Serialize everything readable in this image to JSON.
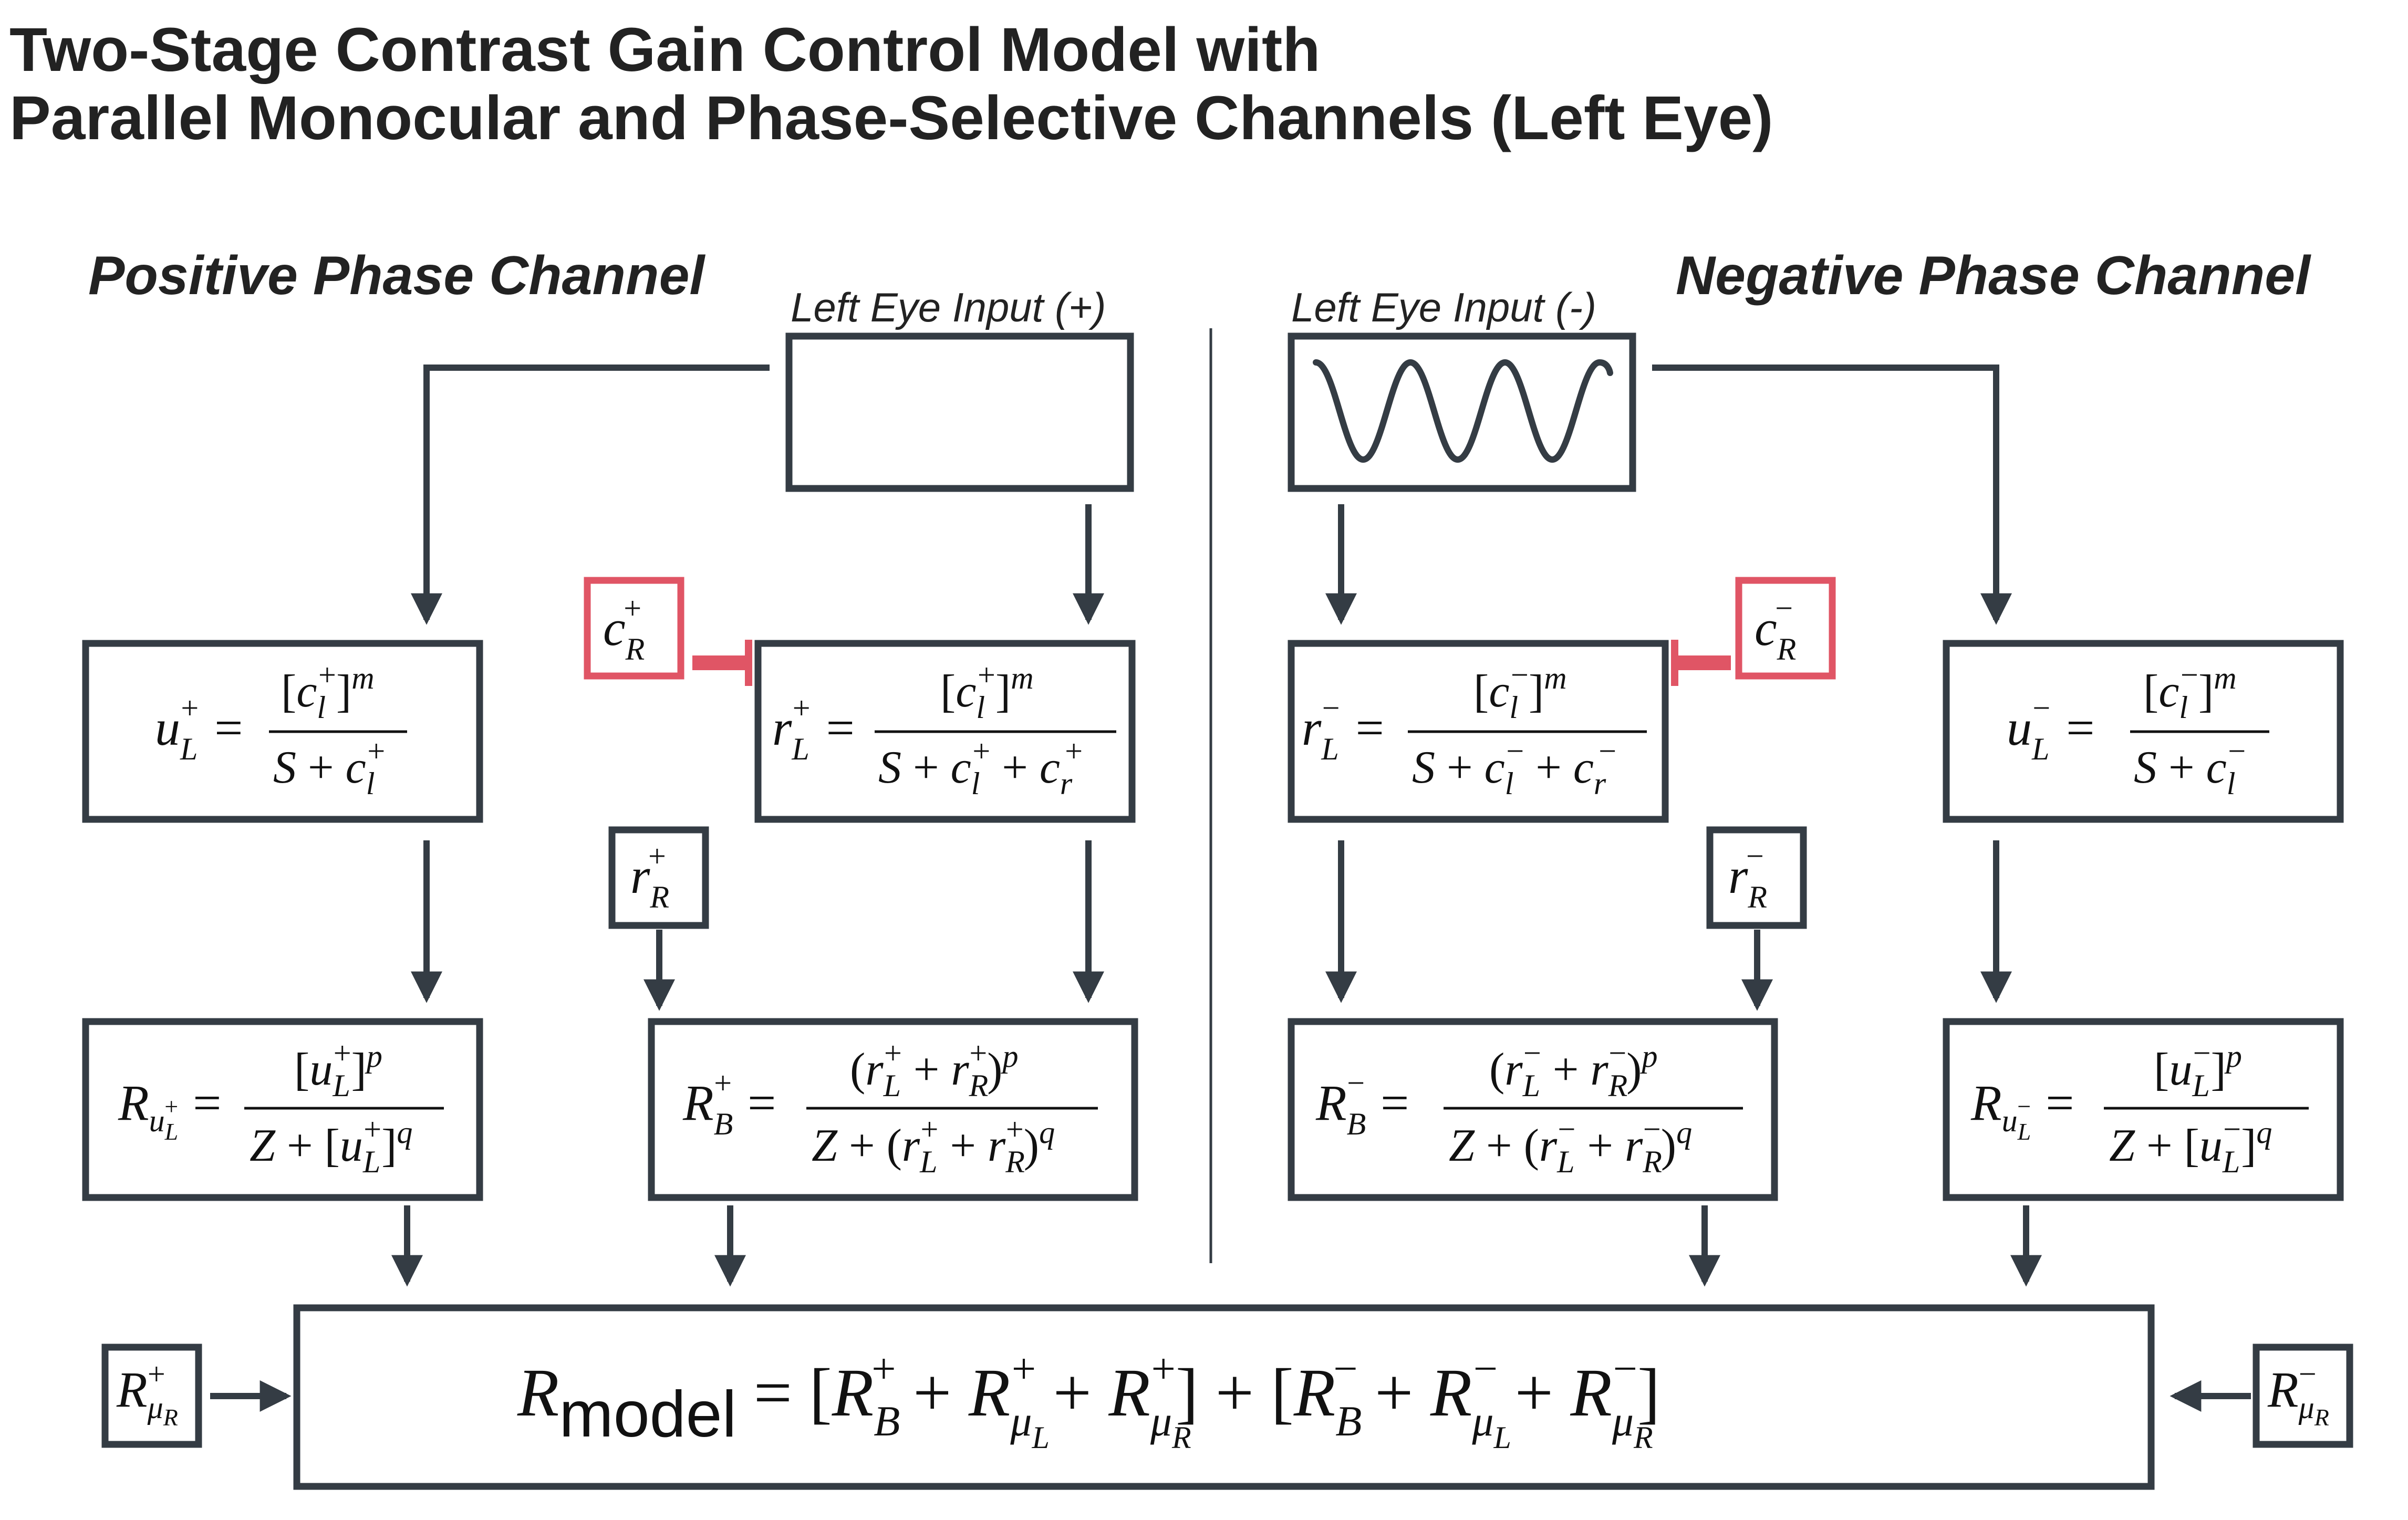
{
  "title": {
    "line1": "Two-Stage Contrast Gain Control Model with",
    "line2": "Parallel Monocular and Phase-Selective Channels (Left Eye)"
  },
  "positive_channel": {
    "heading": "Positive Phase Channel",
    "input_label": "Left Eye Input (+)"
  },
  "negative_channel": {
    "heading": "Negative Phase Channel",
    "input_label": "Left Eye Input (-)"
  },
  "colors": {
    "box_stroke": "#343c44",
    "inhibition": "#e05565",
    "text": "#222222"
  },
  "icons": [
    "sinusoid-icon",
    "arrow-icon",
    "inhibition-bar-icon"
  ]
}
